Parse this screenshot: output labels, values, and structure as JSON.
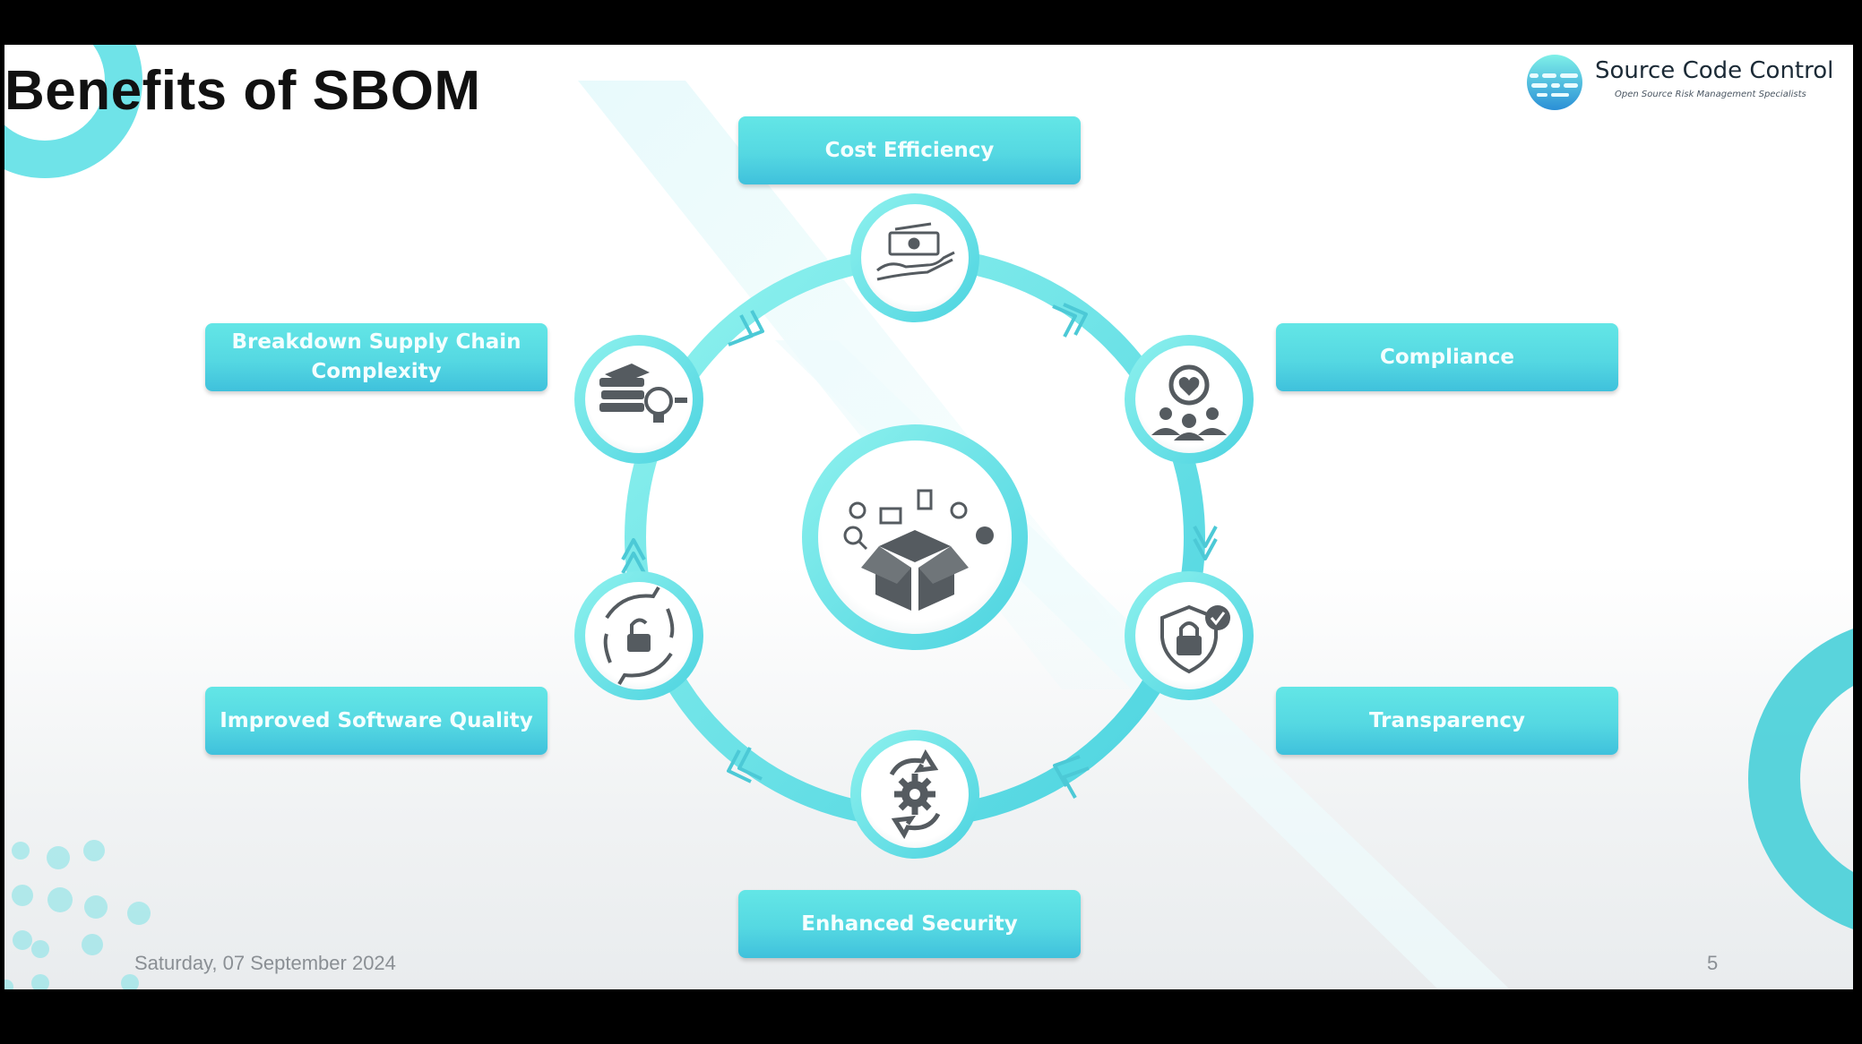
{
  "slide": {
    "title": "Benefits of SBOM",
    "date": "Saturday, 07 September 2024",
    "page_number": "5"
  },
  "logo": {
    "name": "Source Code Control",
    "tagline": "Open Source Risk Management Specialists"
  },
  "benefits": {
    "cost_efficiency": "Cost Efficiency",
    "compliance": "Compliance",
    "transparency": "Transparency",
    "enhanced_security": "Enhanced Security",
    "improved_quality": "Improved Software Quality",
    "supply_chain_line1": "Breakdown Supply Chain",
    "supply_chain_line2": "Complexity"
  },
  "icons": {
    "center": "open-box-icon",
    "top": "money-hand-icon",
    "top_right": "people-heart-icon",
    "bottom_right": "shield-lock-icon",
    "bottom": "gear-refresh-icon",
    "bottom_left": "unlock-refresh-icon",
    "top_left": "books-lightbulb-icon"
  },
  "colors": {
    "accent": "#5bdde3",
    "accent_dark": "#3fc1dc",
    "icon_gray": "#555b60"
  }
}
